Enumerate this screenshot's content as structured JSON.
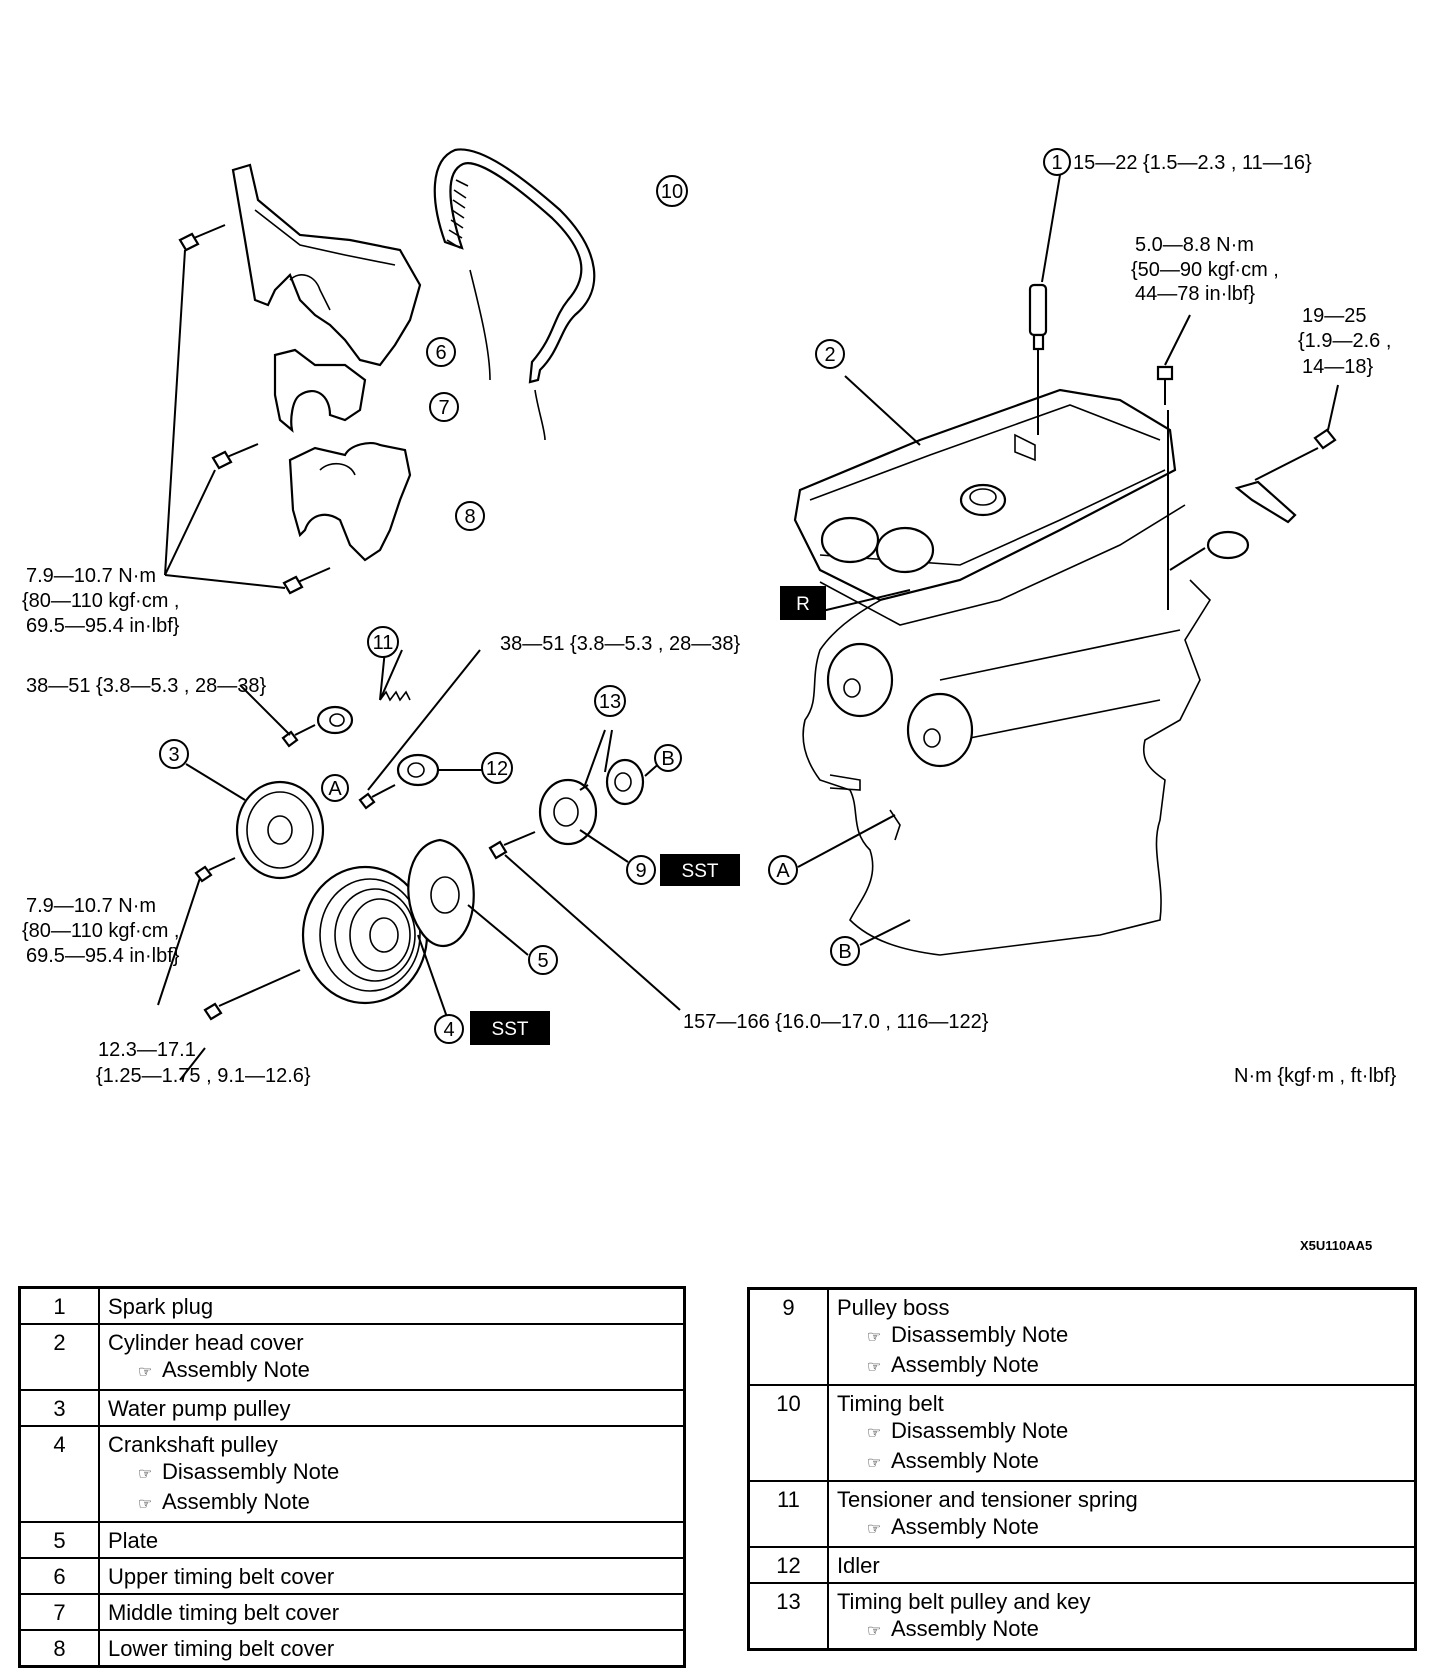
{
  "callouts": {
    "c1": "1",
    "c2": "2",
    "c3": "3",
    "c4": "4",
    "c5": "5",
    "c6": "6",
    "c7": "7",
    "c8": "8",
    "c9": "9",
    "c10": "10",
    "c11": "11",
    "c12": "12",
    "c13": "13",
    "A": "A",
    "B": "B",
    "R": "R"
  },
  "sst_label": "SST",
  "torques": {
    "spark_plug": "15—22 {1.5—2.3 , 11—16}",
    "head_cover_bolt": [
      "5.0—8.8 N·m",
      "{50—90 kgf·cm ,",
      "44—78 in·lbf}"
    ],
    "bracket_bolt": [
      "19—25",
      "{1.9—2.6 ,",
      "14—18}"
    ],
    "cover_bolts": [
      "7.9—10.7 N·m",
      "{80—110 kgf·cm ,",
      "69.5—95.4 in·lbf}"
    ],
    "idler_bolt": "38—51 {3.8—5.3 , 28—38}",
    "tensioner_bolt": "38—51 {3.8—5.3 , 28—38}",
    "pump_pulley_bolts": [
      "7.9—10.7 N·m",
      "{80—110 kgf·cm ,",
      "69.5—95.4 in·lbf}"
    ],
    "crank_pulley_bolt": [
      "12.3—17.1",
      "{1.25—1.75 , 9.1—12.6}"
    ],
    "pulley_boss_bolt": "157—166 {16.0—17.0 , 116—122}",
    "units": "N·m {kgf·m , ft·lbf}"
  },
  "figure_code": "X5U110AA5",
  "note_arrow": "☞",
  "parts_left": [
    {
      "no": "1",
      "name": "Spark plug",
      "notes": []
    },
    {
      "no": "2",
      "name": "Cylinder head cover",
      "notes": [
        "Assembly Note"
      ]
    },
    {
      "no": "3",
      "name": "Water pump pulley",
      "notes": []
    },
    {
      "no": "4",
      "name": "Crankshaft pulley",
      "notes": [
        "Disassembly Note",
        "Assembly Note"
      ]
    },
    {
      "no": "5",
      "name": "Plate",
      "notes": []
    },
    {
      "no": "6",
      "name": "Upper timing belt cover",
      "notes": []
    },
    {
      "no": "7",
      "name": "Middle timing belt cover",
      "notes": []
    },
    {
      "no": "8",
      "name": "Lower timing belt cover",
      "notes": []
    }
  ],
  "parts_right": [
    {
      "no": "9",
      "name": "Pulley boss",
      "notes": [
        "Disassembly Note",
        "Assembly Note"
      ]
    },
    {
      "no": "10",
      "name": "Timing belt",
      "notes": [
        "Disassembly Note",
        "Assembly Note"
      ]
    },
    {
      "no": "11",
      "name": "Tensioner and tensioner spring",
      "notes": [
        "Assembly Note"
      ]
    },
    {
      "no": "12",
      "name": "Idler",
      "notes": []
    },
    {
      "no": "13",
      "name": "Timing belt pulley and key",
      "notes": [
        "Assembly Note"
      ]
    }
  ]
}
